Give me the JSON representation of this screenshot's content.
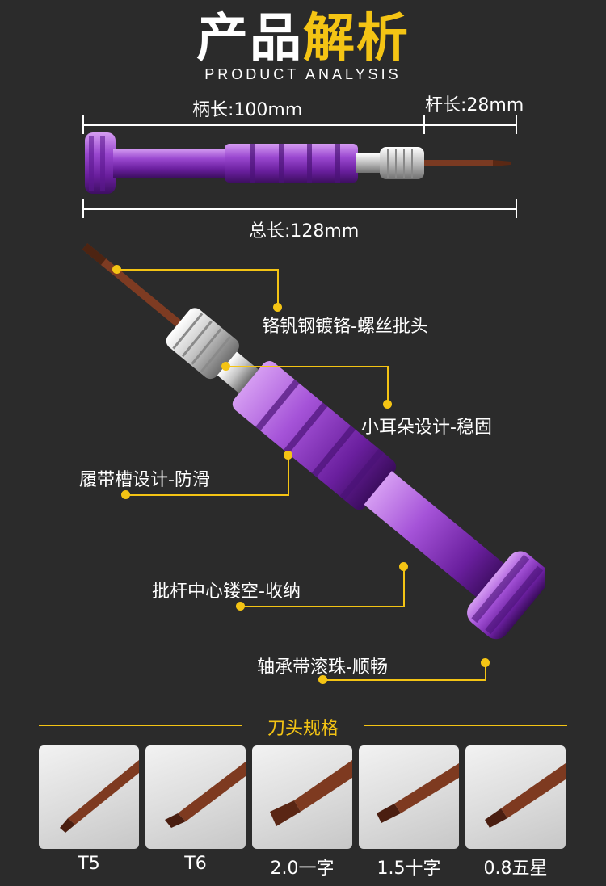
{
  "header": {
    "title_white": "产品",
    "title_yellow": "解析",
    "subtitle": "PRODUCT ANALYSIS"
  },
  "dimensions": {
    "handle_label": "柄长:100mm",
    "shaft_label": "杆长:28mm",
    "total_label": "总长:128mm"
  },
  "callouts": [
    "铬钒钢镀铬-螺丝批头",
    "小耳朵设计-稳固",
    "履带槽设计-防滑",
    "批杆中心镂空-收纳",
    "轴承带滚珠-顺畅"
  ],
  "specs": {
    "section_title": "刀头规格",
    "items": [
      "T5",
      "T6",
      "2.0一字",
      "1.5十字",
      "0.8五星"
    ]
  },
  "colors": {
    "background": "#2b2b2b",
    "accent": "#f4c414",
    "handle_purple": "#8e3fc4"
  }
}
